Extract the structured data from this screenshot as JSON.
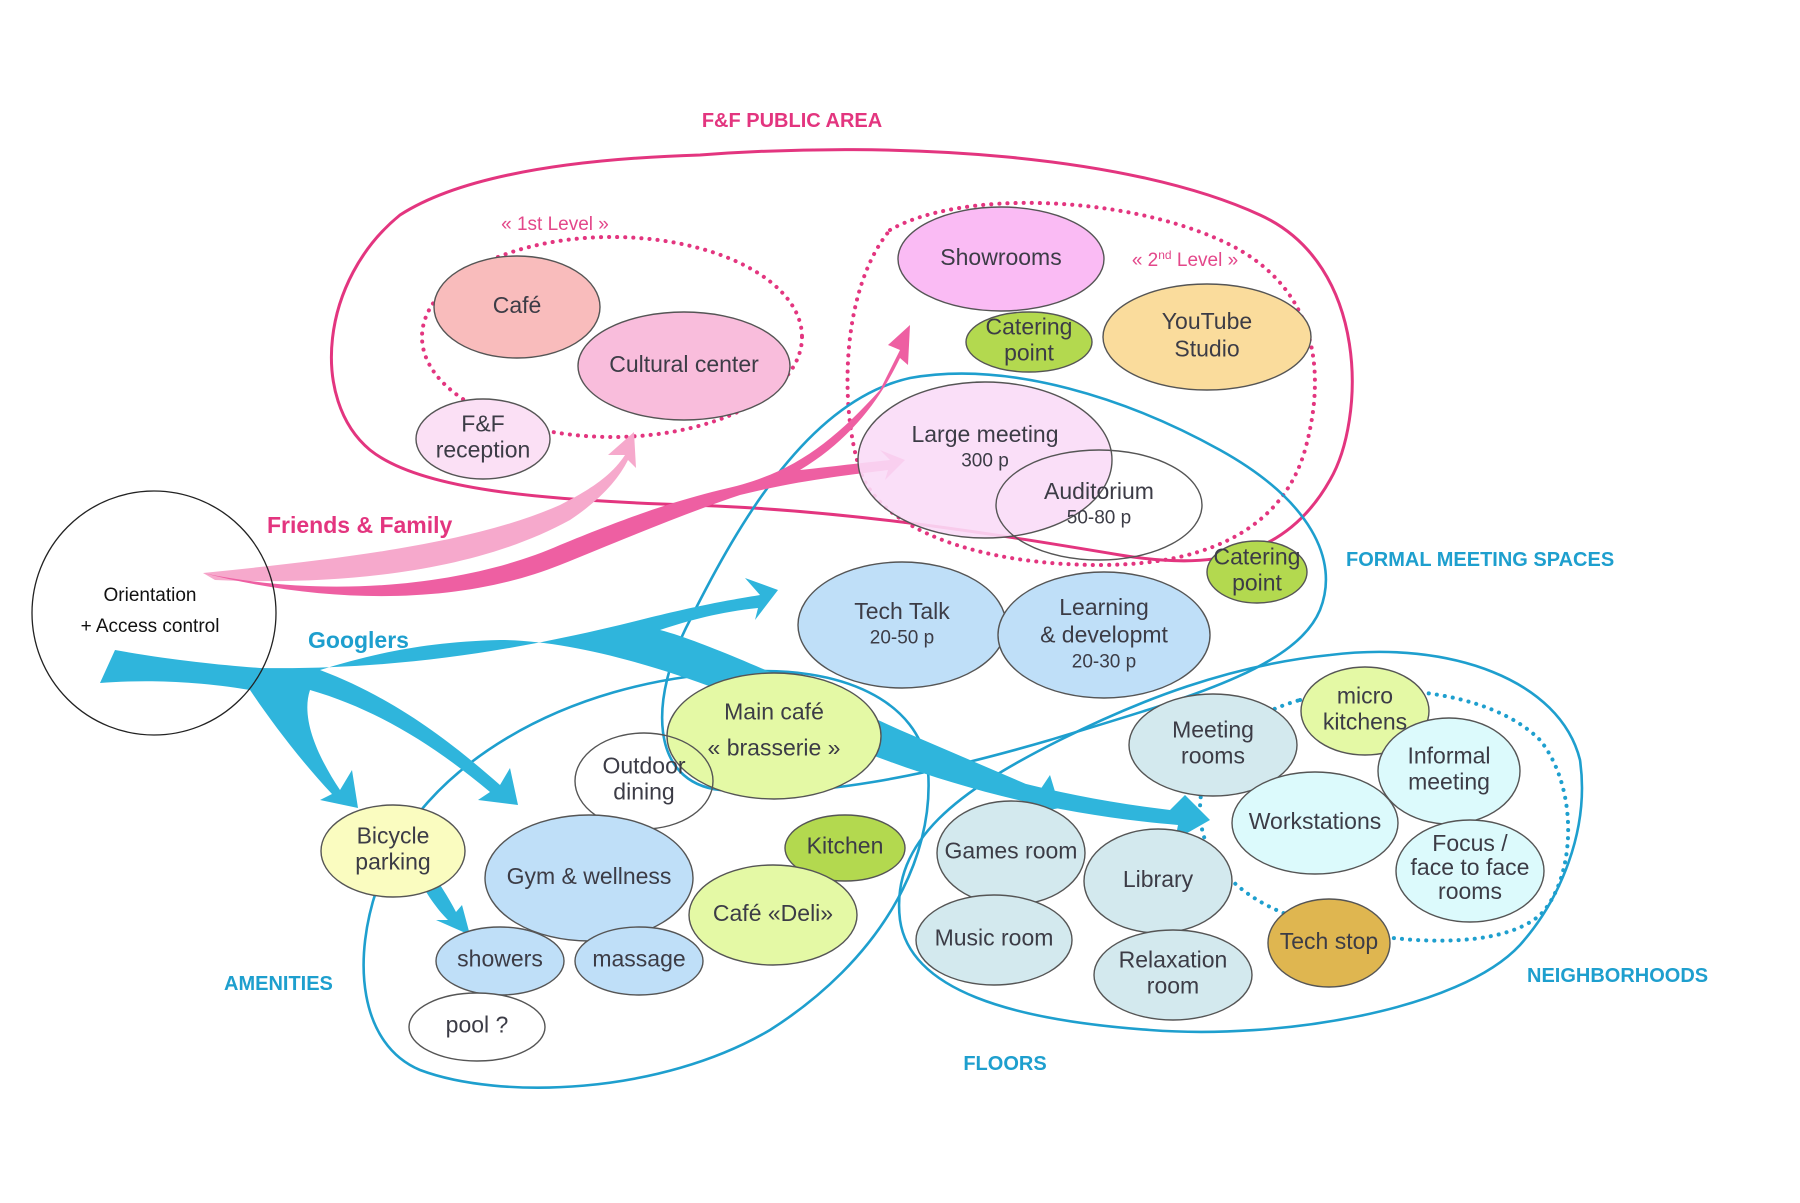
{
  "diagram": {
    "zones": {
      "ff_public_area": "F&F PUBLIC AREA",
      "formal_meeting_spaces": "FORMAL MEETING SPACES",
      "amenities": "AMENITIES",
      "floors": "FLOORS",
      "neighborhoods": "NEIGHBORHOODS"
    },
    "levels": {
      "first": "« 1st Level »",
      "second_prefix": "« 2",
      "second_sup": "nd",
      "second_suffix": " Level »"
    },
    "flows": {
      "friends_family": "Friends & Family",
      "googlers": "Googlers"
    },
    "entry": {
      "line1": "Orientation",
      "line2": "+ Access control"
    },
    "colors": {
      "pink_accent": "#e3357f",
      "blue_accent": "#1e9fce",
      "pink_arrow": "#ee5fa2",
      "light_pink_arrow": "#f6a9cc",
      "blue_arrow": "#2fb5dc"
    },
    "nodes": {
      "cafe": {
        "lines": [
          "Café"
        ],
        "fill": "#f9bcbc"
      },
      "cultural_center": {
        "lines": [
          "Cultural center"
        ],
        "fill": "#f9bddc"
      },
      "ff_reception": {
        "lines": [
          "F&F",
          "reception"
        ],
        "fill": "#fbe0f5"
      },
      "showrooms": {
        "lines": [
          "Showrooms"
        ],
        "fill": "#fabbf4"
      },
      "catering_point_top": {
        "lines": [
          "Catering",
          "point"
        ],
        "fill": "#b3d94f"
      },
      "youtube_studio": {
        "lines": [
          "YouTube",
          "Studio"
        ],
        "fill": "#fadc9c"
      },
      "large_meeting": {
        "lines": [
          "Large meeting"
        ],
        "sub": "300 p",
        "fill": "#fadcf7"
      },
      "auditorium": {
        "lines": [
          "Auditorium"
        ],
        "sub": "50-80 p",
        "fill": "none"
      },
      "catering_point_formal": {
        "lines": [
          "Catering",
          "point"
        ],
        "fill": "#b3d94f"
      },
      "tech_talk": {
        "lines": [
          "Tech Talk"
        ],
        "sub": "20-50 p",
        "fill": "#bfdff8"
      },
      "learning_dev": {
        "lines": [
          "Learning",
          "& developmt"
        ],
        "sub": "20-30 p",
        "fill": "#bfdff8"
      },
      "main_cafe": {
        "lines": [
          "Main café",
          "« brasserie »"
        ],
        "fill": "#e4f9a5"
      },
      "outdoor_dining": {
        "lines": [
          "Outdoor",
          "dining"
        ],
        "fill": "none"
      },
      "bicycle_parking": {
        "lines": [
          "Bicycle",
          "parking"
        ],
        "fill": "#fafcc0"
      },
      "gym_wellness": {
        "lines": [
          "Gym & wellness"
        ],
        "fill": "#bfdff8"
      },
      "kitchen": {
        "lines": [
          "Kitchen"
        ],
        "fill": "#b3d94f"
      },
      "cafe_deli": {
        "lines": [
          "Café «Deli»"
        ],
        "fill": "#e4f9a5"
      },
      "showers": {
        "lines": [
          "showers"
        ],
        "fill": "#bfdff8"
      },
      "massage": {
        "lines": [
          "massage"
        ],
        "fill": "#bfdff8"
      },
      "pool": {
        "lines": [
          "pool ?"
        ],
        "fill": "#ffffff"
      },
      "meeting_rooms": {
        "lines": [
          "Meeting",
          "rooms"
        ],
        "fill": "#d3e9ee"
      },
      "micro_kitchens": {
        "lines": [
          "micro",
          "kitchens"
        ],
        "fill": "#e4f9a5"
      },
      "informal_meeting": {
        "lines": [
          "Informal",
          "meeting"
        ],
        "fill": "#dcfafc"
      },
      "workstations": {
        "lines": [
          "Workstations"
        ],
        "fill": "#dcfafc"
      },
      "focus_rooms": {
        "lines": [
          "Focus /",
          "face to face",
          "rooms"
        ],
        "fill": "#dcfafc"
      },
      "games_room": {
        "lines": [
          "Games room"
        ],
        "fill": "#d3e9ee"
      },
      "library": {
        "lines": [
          "Library"
        ],
        "fill": "#d3e9ee"
      },
      "music_room": {
        "lines": [
          "Music room"
        ],
        "fill": "#d3e9ee"
      },
      "relaxation_room": {
        "lines": [
          "Relaxation",
          "room"
        ],
        "fill": "#d3e9ee"
      },
      "tech_stop": {
        "lines": [
          "Tech stop"
        ],
        "fill": "#dfb650"
      }
    }
  }
}
